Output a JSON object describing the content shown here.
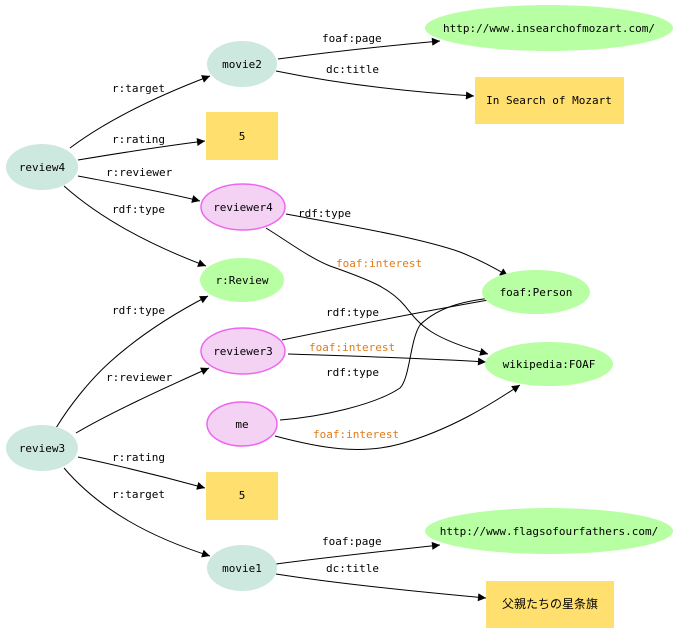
{
  "colors": {
    "resource_fill": "#cde8de",
    "person_fill": "#f3d2f3",
    "person_stroke": "#ee66ee",
    "literal_fill": "#ffe06e",
    "class_fill": "#b8ffa3",
    "interest_label": "#e07b1a"
  },
  "nodes": {
    "review4": "review4",
    "review3": "review3",
    "movie2": "movie2",
    "movie1": "movie1",
    "rating4": "5",
    "rating3": "5",
    "reviewer4": "reviewer4",
    "reviewer3": "reviewer3",
    "me": "me",
    "review_class": "r:Review",
    "person_class": "foaf:Person",
    "wikipedia_foaf": "wikipedia:FOAF",
    "page_mozart": "http://www.insearchofmozart.com/",
    "title_mozart": "In Search of Mozart",
    "page_flags": "http://www.flagsofourfathers.com/",
    "title_flags": "父親たちの星条旗"
  },
  "edges": {
    "review4_target": "r:target",
    "review4_rating": "r:rating",
    "review4_reviewer": "r:reviewer",
    "review4_type": "rdf:type",
    "movie2_page": "foaf:page",
    "movie2_title": "dc:title",
    "reviewer4_type": "rdf:type",
    "reviewer4_interest": "foaf:interest",
    "reviewer3_type": "rdf:type",
    "reviewer3_interest": "foaf:interest",
    "me_type": "rdf:type",
    "me_interest": "foaf:interest",
    "review3_type": "rdf:type",
    "review3_reviewer": "r:reviewer",
    "review3_rating": "r:rating",
    "review3_target": "r:target",
    "movie1_page": "foaf:page",
    "movie1_title": "dc:title"
  }
}
